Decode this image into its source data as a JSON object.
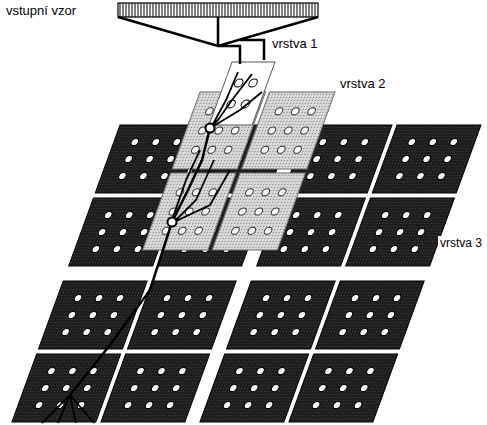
{
  "diagram": {
    "labels": [
      "vstupní vzor",
      "vrstva 1",
      "vrstva 2",
      "vrstva 3"
    ]
  }
}
